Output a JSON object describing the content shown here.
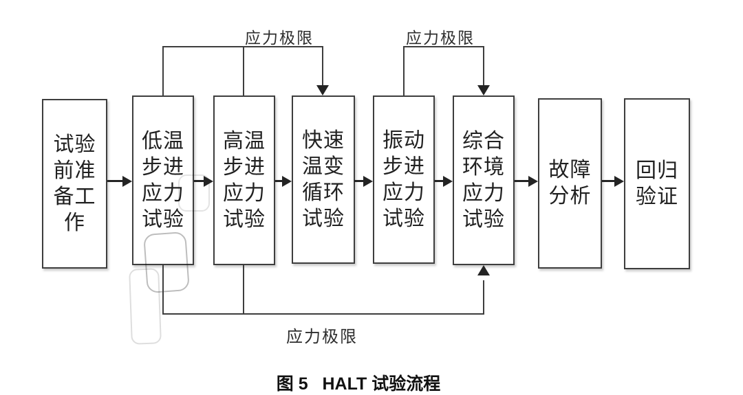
{
  "figure": {
    "caption": "图 5   HALT 试验流程"
  },
  "flowchart": {
    "boxes": [
      {
        "id": "test-preparation",
        "label": "试验\n前准\n备工\n作"
      },
      {
        "id": "low-temp-step-stress",
        "label": "低温\n步进\n应力\n试验"
      },
      {
        "id": "high-temp-step-stress",
        "label": "高温\n步进\n应力\n试验"
      },
      {
        "id": "rapid-temp-cycling",
        "label": "快速\n温变\n循环\n试验"
      },
      {
        "id": "vibration-step-stress",
        "label": "振动\n步进\n应力\n试验"
      },
      {
        "id": "combined-env-stress",
        "label": "综合\n环境\n应力\n试验"
      },
      {
        "id": "failure-analysis",
        "label": "故障\n分析"
      },
      {
        "id": "regression-verification",
        "label": "回归\n验证"
      }
    ],
    "annotations": {
      "stress_limit_top_left": "应力极限",
      "stress_limit_top_right": "应力极限",
      "stress_limit_bottom": "应力极限"
    },
    "colors": {
      "line": "#3d3d3d",
      "text": "#212121",
      "background": "#ffffff",
      "watermark": "#c9c9c9"
    }
  }
}
